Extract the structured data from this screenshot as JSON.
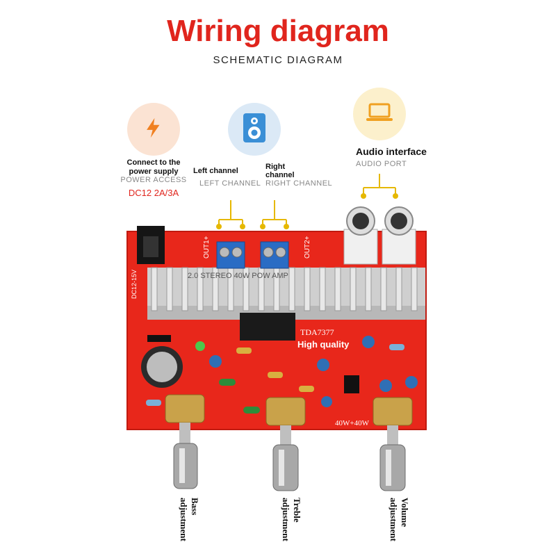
{
  "header": {
    "title": "Wiring diagram",
    "subtitle": "SCHEMATIC DIAGRAM"
  },
  "icons": {
    "power": "lightning-bolt-icon",
    "speaker": "speaker-icon",
    "laptop": "laptop-icon"
  },
  "colors": {
    "accent": "#e0251d",
    "bracket": "#e6b800",
    "board": "#e8271b"
  },
  "labels": {
    "power": {
      "line1": "Connect to the",
      "line2": "power supply",
      "sub": "POWER ACCESS",
      "spec": "DC12 2A/3A"
    },
    "left_channel": {
      "title": "Left channel",
      "sub": "LEFT CHANNEL"
    },
    "right_channel": {
      "title_line1": "Right",
      "title_line2": "channel",
      "sub": "RIGHT CHANNEL"
    },
    "audio": {
      "title": "Audio interface",
      "sub": "AUDIO PORT"
    }
  },
  "board": {
    "out_left": "OUT1+",
    "out_right": "OUT2+",
    "dc_label": "DC12-15V",
    "chip": "TDA7377",
    "quality": "High quality",
    "power_rating": "40W+40W",
    "heatsink_text": "2.0 STEREO 40W POW AMP"
  },
  "knobs": {
    "bass": "Bass adjustment",
    "treble": "Treble adjustment",
    "volume": "Volume adjustment"
  }
}
